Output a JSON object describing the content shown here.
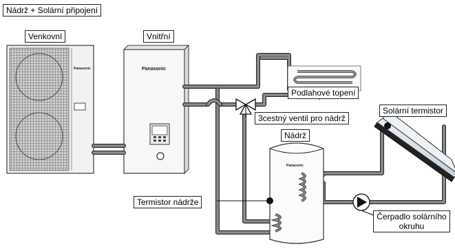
{
  "title": "Nádrž + Solární připojení",
  "units": {
    "outdoor": "Venkovní",
    "indoor": "Vnitřní",
    "tank": "Nádrž",
    "brand": "Panasonic"
  },
  "labels": {
    "floor_heating": "Podlahové topení",
    "three_way_valve": "3cestný ventil pro nádrž",
    "solar_thermistor": "Solární termistor",
    "tank_thermistor": "Termistor nádrže",
    "solar_pump_line1": "Čerpadlo solárního",
    "solar_pump_line2": "okruhu"
  },
  "colors": {
    "pipe": "#8e8e8e",
    "pipe_outline": "#2a2a2a",
    "unit_outline": "#3a3a3a"
  }
}
